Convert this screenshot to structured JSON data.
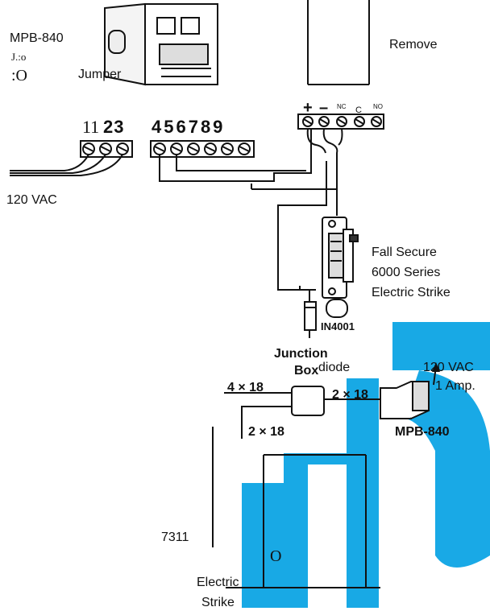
{
  "watermark_color": "#00a0e3",
  "top": {
    "mpb_label": "MPB-840",
    "small_mark": "J.:o",
    "small_mark2": ":O",
    "jumper_label": "Jumper",
    "remove_label": "Remove"
  },
  "terminal_left": {
    "numbers": "11 2 3  4 5 6 7 8 9",
    "n11": "11",
    "n23": "23",
    "n4_9": "456789"
  },
  "terminal_right": {
    "plus": "+",
    "minus": "–",
    "nc": "NC",
    "c": "C",
    "no": "NO"
  },
  "power": {
    "vac_label": "120 VAC"
  },
  "strike": {
    "line1": "Fall Secure",
    "line2": "6000 Series",
    "line3": "Electric Strike",
    "diode_part": "IN4001",
    "diode_label": "diode"
  },
  "bottom": {
    "junction1": "Junction",
    "junction2": "Box",
    "wire_4x18": "4 × 18",
    "wire_2x18_a": "2 × 18",
    "wire_2x18_b": "2 × 18",
    "mpb_label": "MPB-840",
    "vac_label": "120 VAC",
    "amp_label": "1 Amp.",
    "model": "7311",
    "door_mark": "O",
    "strike1": "Electric",
    "strike2": "Strike"
  }
}
